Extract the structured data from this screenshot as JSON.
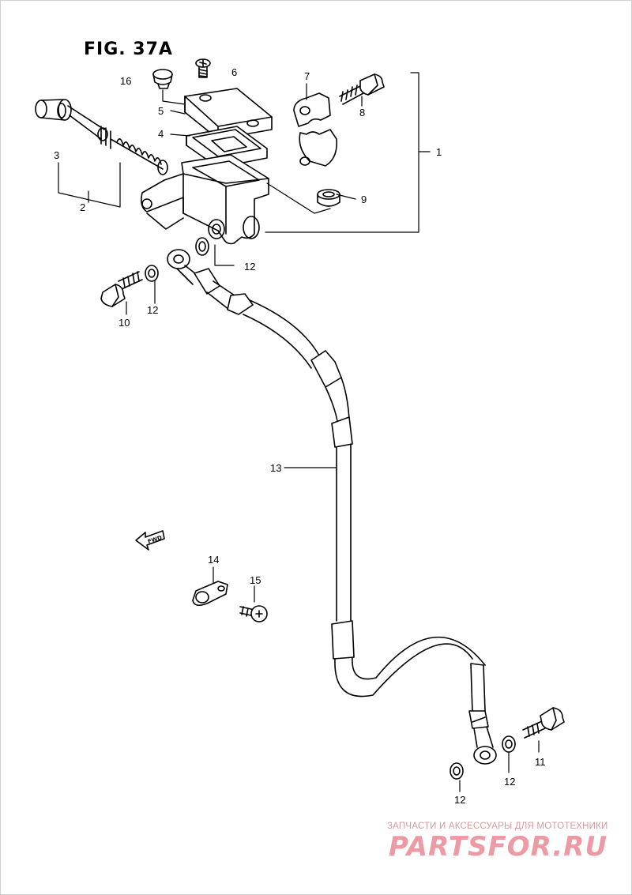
{
  "figure": {
    "title": "FIG. 37A",
    "fwd_label": "FWD"
  },
  "callouts": [
    {
      "id": "c1",
      "text": "1"
    },
    {
      "id": "c2",
      "text": "2"
    },
    {
      "id": "c3",
      "text": "3"
    },
    {
      "id": "c4",
      "text": "4"
    },
    {
      "id": "c5",
      "text": "5"
    },
    {
      "id": "c6",
      "text": "6"
    },
    {
      "id": "c7",
      "text": "7"
    },
    {
      "id": "c8",
      "text": "8"
    },
    {
      "id": "c9",
      "text": "9"
    },
    {
      "id": "c10",
      "text": "10"
    },
    {
      "id": "c11",
      "text": "11"
    },
    {
      "id": "c12a",
      "text": "12"
    },
    {
      "id": "c12b",
      "text": "12"
    },
    {
      "id": "c12c",
      "text": "12"
    },
    {
      "id": "c12d",
      "text": "12"
    },
    {
      "id": "c13",
      "text": "13"
    },
    {
      "id": "c14",
      "text": "14"
    },
    {
      "id": "c15",
      "text": "15"
    },
    {
      "id": "c16",
      "text": "16"
    }
  ],
  "watermark": {
    "caption": "ЗАПЧАСТИ И АКСЕССУАРЫ ДЛЯ МОТОТЕХНИКИ",
    "logo": "PARTSFOR.RU"
  }
}
